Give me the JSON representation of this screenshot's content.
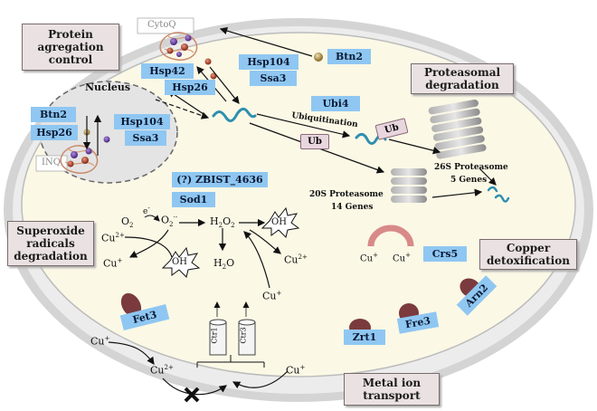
{
  "headers": {
    "protein": "Protein agregation control",
    "proteasomal": "Proteasomal degradation",
    "superoxide": "Superoxide radicals degradation",
    "copper": "Copper detoxification",
    "metal": "Metal ion transport"
  },
  "labels": {
    "hsp42": "Hsp42",
    "hsp26_top": "Hsp26",
    "hsp104_top": "Hsp104",
    "ssa3_top": "Ssa3",
    "btn2_top": "Btn2",
    "btn2_nuc": "Btn2",
    "hsp26_nuc": "Hsp26",
    "hsp104_nuc": "Hsp104",
    "ssa3_nuc": "Ssa3",
    "ubi4": "Ubi4",
    "zbist": "(?) ZBIST_4636",
    "sod1": "Sod1",
    "crs5": "Crs5",
    "fet3": "Fet3",
    "zrt1": "Zrt1",
    "fre3": "Fre3",
    "arn2": "Arn2",
    "ctr1": "Ctr1",
    "ctr3": "Ctr3"
  },
  "text": {
    "cytoq": "CytoQ",
    "inq": "INQ",
    "nucleus": "Nucleus",
    "ubiquitination": "Ubiquitination",
    "ub1": "Ub",
    "ub2": "Ub",
    "p26s": "26S Proteasome",
    "p26s_genes": "5 Genes",
    "p20s": "20S Proteasome",
    "p20s_genes": "14 Genes",
    "e": "e",
    "o2": "O",
    "o2_sub": "2",
    "o2r": "O",
    "o2r_sub": "2",
    "o2r_sup": "·-",
    "h2o2": "H",
    "h2o2_a": "2",
    "h2o2_b": "O",
    "h2o2_c": "2",
    "h2o": "H",
    "h2o_a": "2",
    "h2o_b": "O",
    "oh1": "OH",
    "oh2": "OH",
    "cu2_left": "Cu",
    "cu2_left_sup": "2+",
    "cu_left": "Cu",
    "cu_left_sup": "+",
    "cu2_mid": "Cu",
    "cu2_mid_sup": "2+",
    "cu_mid": "Cu",
    "cu_mid_sup": "+",
    "crs_cu1": "Cu",
    "crs_cu1_sup": "+",
    "crs_cu2": "Cu",
    "crs_cu2_sup": "+",
    "mt_cu_left": "Cu",
    "mt_cu_left_sup": "+",
    "mt_cu2": "Cu",
    "mt_cu2_sup": "2+",
    "mt_cu_right": "Cu",
    "mt_cu_right_sup": "+"
  },
  "colors": {
    "cell_fill": "#fbf8e6",
    "membrane": "#cfcfcf",
    "label_blue": "#8fc7f2",
    "protein_teal": "#2e8fb0",
    "transporter": "#7a3a3e"
  }
}
